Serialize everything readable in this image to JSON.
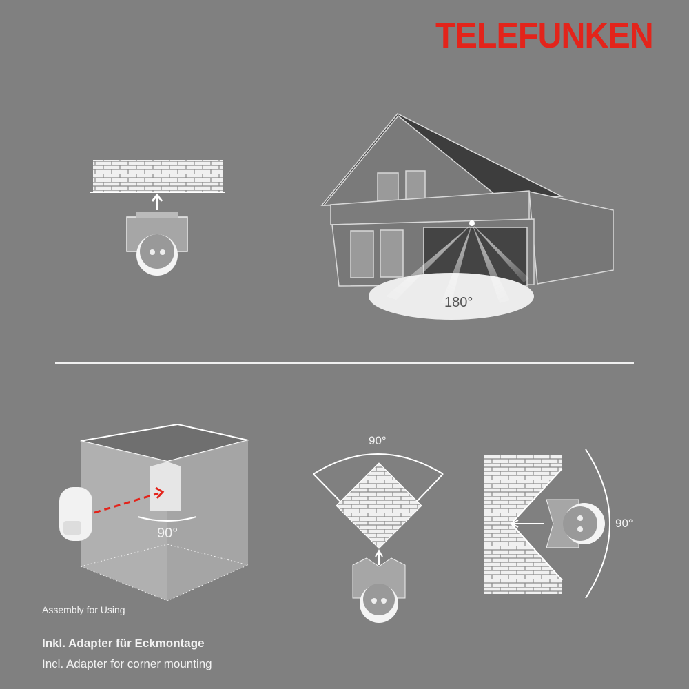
{
  "brand": {
    "logo": "TELEFUNKEN",
    "color": "#e3241b"
  },
  "top": {
    "house_angle": "180°"
  },
  "bottom": {
    "corner_angle": "90°",
    "diamond_angle": "90°",
    "wall_angle": "90°",
    "caption_small": "Assembly for Using",
    "caption_de": "Inkl. Adapter für Eckmontage",
    "caption_en": "Incl. Adapter for corner mounting"
  },
  "colors": {
    "background": "#808080",
    "accent": "#e3241b"
  }
}
